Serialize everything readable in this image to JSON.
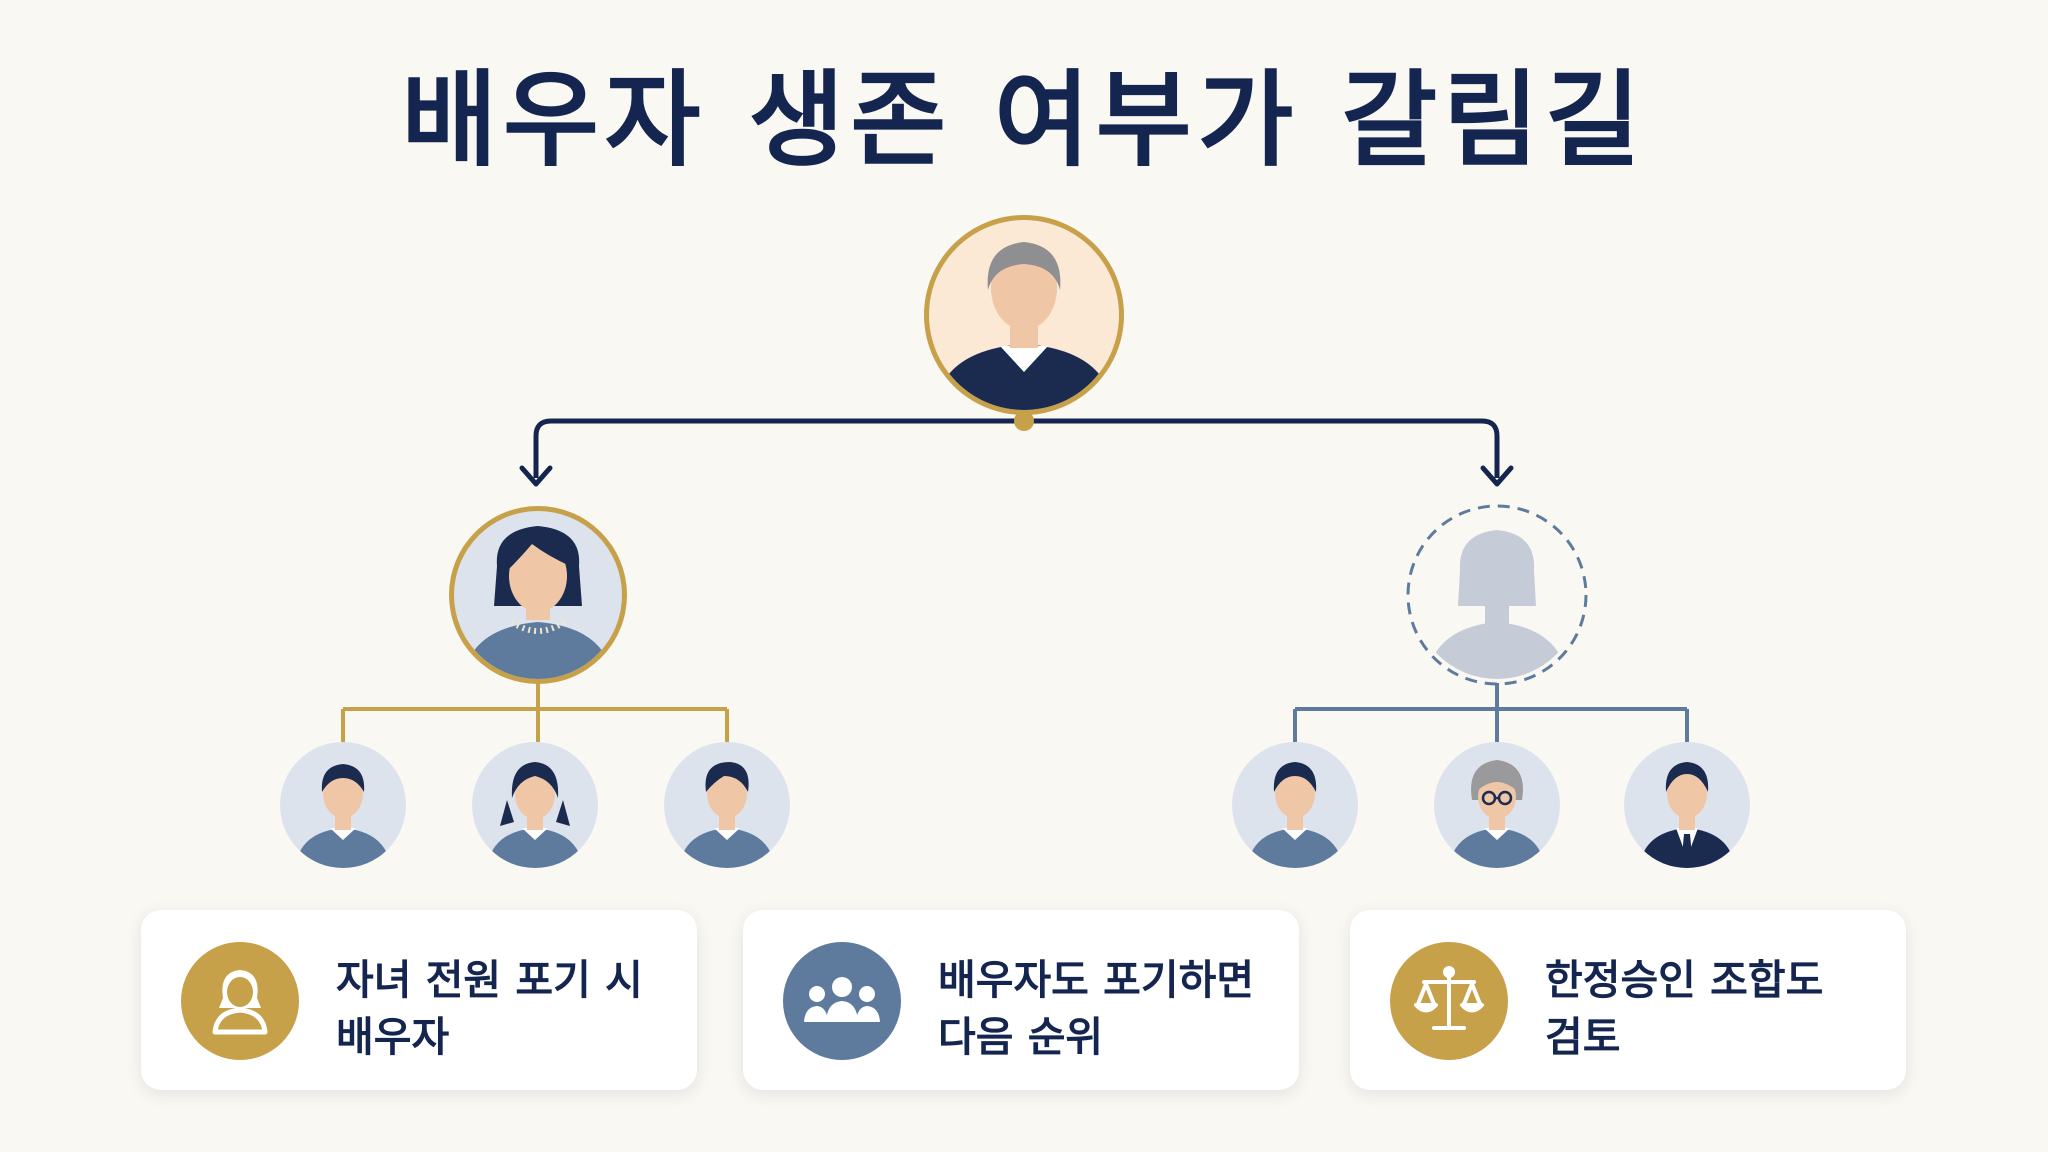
{
  "title": "배우자 생존 여부가 갈림길",
  "colors": {
    "navy": "#14264f",
    "gold": "#c7a04a",
    "slate": "#5e7b9e",
    "background": "#faf8f2"
  },
  "tree": {
    "deceased": {
      "icon": "elderly-man-portrait-icon"
    },
    "left_branch": {
      "spouse": {
        "icon": "woman-spouse-portrait-icon",
        "status": "alive"
      },
      "children": [
        "boy-child-portrait-icon",
        "girl-child-portrait-icon",
        "boy-child-portrait-icon"
      ]
    },
    "right_branch": {
      "spouse": {
        "icon": "absent-spouse-silhouette-icon",
        "status": "absent"
      },
      "heirs": [
        "young-man-portrait-icon",
        "elderly-woman-glasses-portrait-icon",
        "man-in-suit-portrait-icon"
      ]
    }
  },
  "cards": [
    {
      "icon": "woman-icon",
      "line1": "자녀 전원 포기 시",
      "line2": "배우자"
    },
    {
      "icon": "group-people-icon",
      "line1": "배우자도 포기하면",
      "line2": "다음 순위"
    },
    {
      "icon": "scales-icon",
      "line1": "한정승인 조합도",
      "line2": "검토"
    }
  ]
}
